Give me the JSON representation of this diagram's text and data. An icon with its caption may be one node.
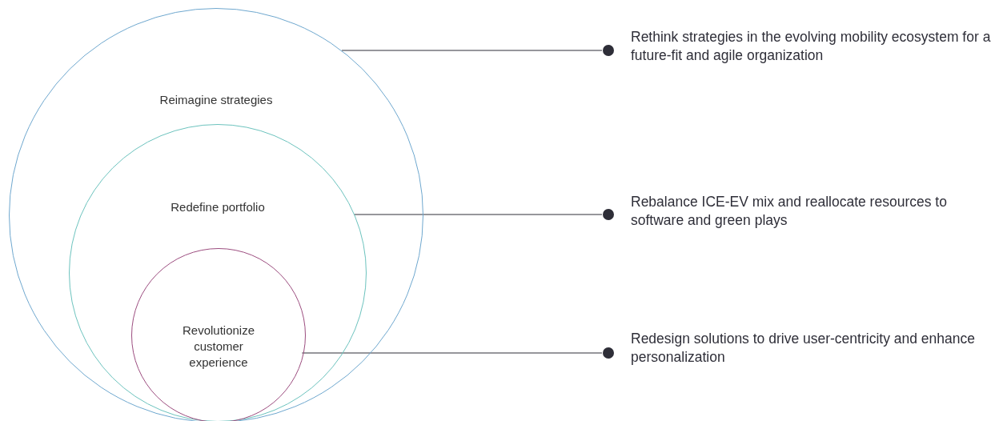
{
  "diagram": {
    "nodes": [
      {
        "text": [
          "Reimagine strategies"
        ]
      },
      {
        "text": [
          "Redefine portfolio"
        ],
        "in": 0
      },
      {
        "text": [
          "Revolutionize customer experience"
        ],
        "in": 1
      },
      {
        "text": [
          "Rethink strategies in the evolving mobility ecosystem for a future-fit and agile organization"
        ]
      },
      {
        "text": [
          "Rebalance ICE-EV mix and reallocate resources to software and green plays"
        ]
      },
      {
        "text": [
          "Redesign solutions to drive user-centricity and enhance personalization"
        ]
      }
    ],
    "edges": [
      {
        "from": 0,
        "to": 3,
        "arrow": "other"
      },
      {
        "from": 1,
        "to": 4,
        "arrow": "other"
      },
      {
        "from": 2,
        "to": 5,
        "arrow": "other"
      }
    ]
  }
}
